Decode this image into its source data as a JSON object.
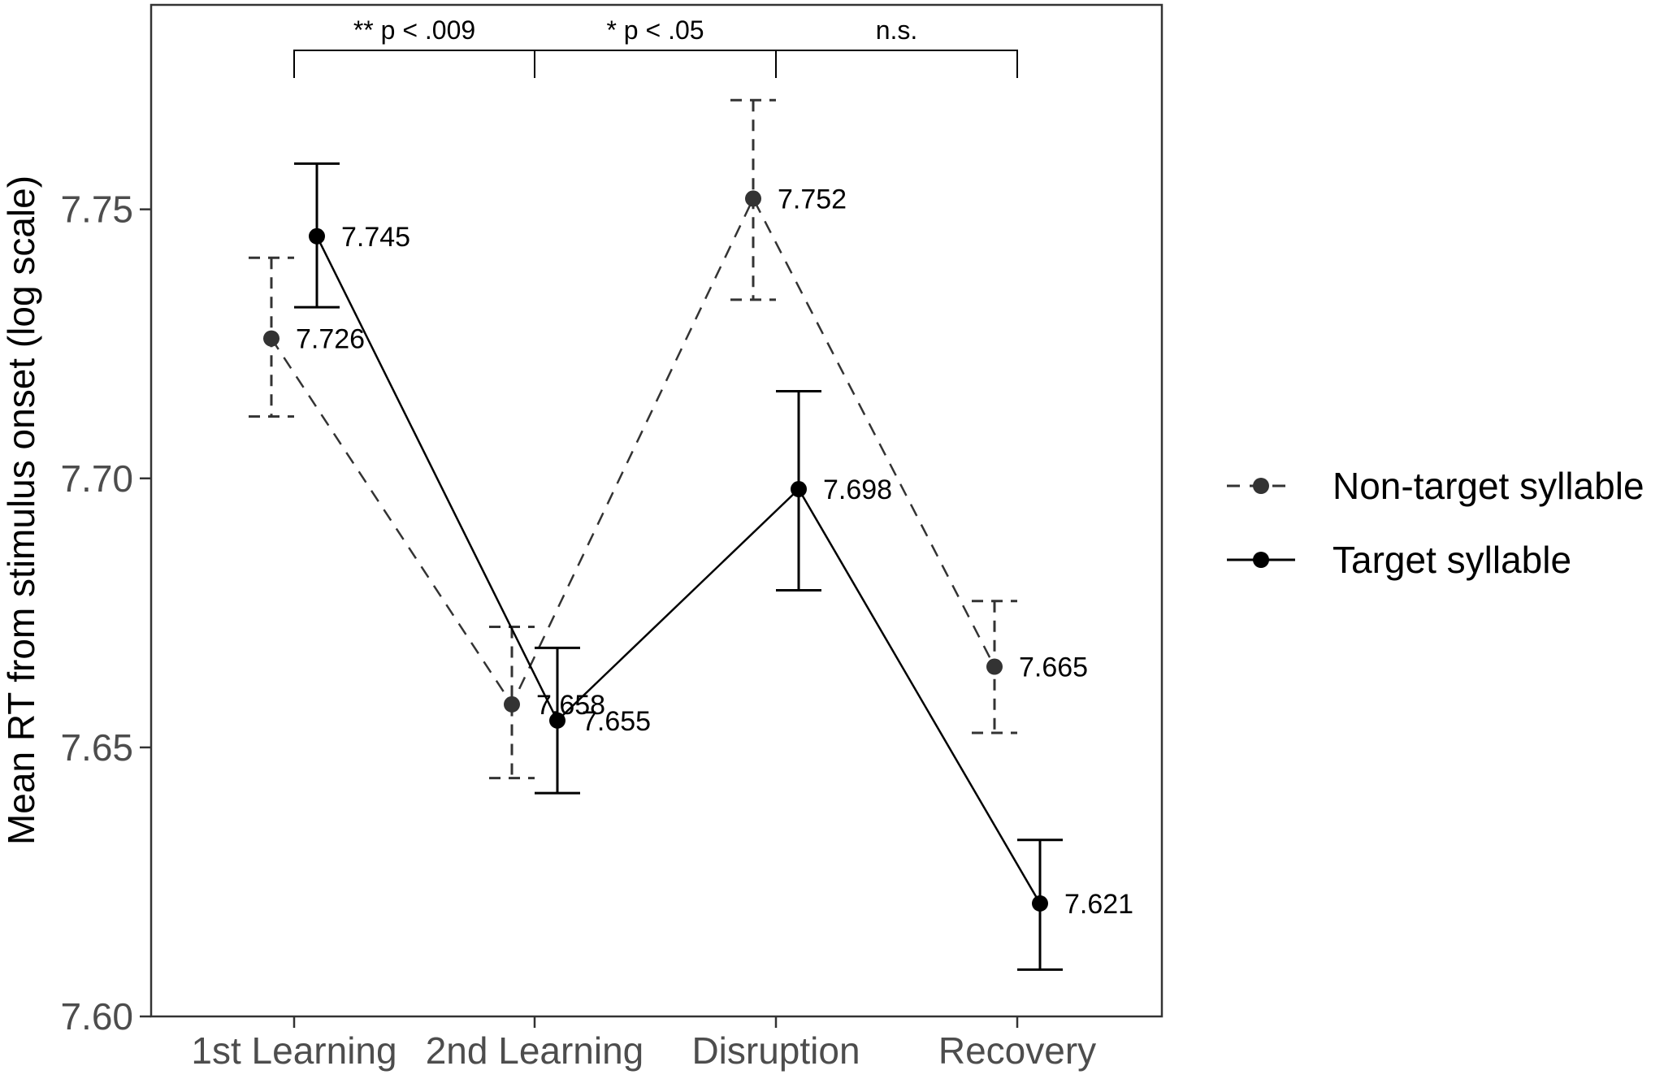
{
  "chart_data": {
    "type": "line",
    "title": "",
    "xlabel": "",
    "ylabel": "Mean RT from stimulus onset (log scale)",
    "categories": [
      "1st Learning",
      "2nd Learning",
      "Disruption",
      "Recovery"
    ],
    "ylim": [
      7.6,
      7.788
    ],
    "yticks": [
      "7.60",
      "7.65",
      "7.70",
      "7.75"
    ],
    "grid": false,
    "legend_position": "right",
    "series": [
      {
        "name": "Non-target syllable",
        "line_style": "dashed",
        "color": "#333333",
        "values": [
          7.726,
          7.658,
          7.752,
          7.665
        ],
        "error_lower": [
          7.7115,
          7.6443,
          7.7332,
          7.6527
        ],
        "error_upper": [
          7.741,
          7.6724,
          7.7703,
          7.6772
        ],
        "labels": [
          "7.726",
          "7.658",
          "7.752",
          "7.665"
        ]
      },
      {
        "name": "Target syllable",
        "line_style": "solid",
        "color": "#000000",
        "values": [
          7.745,
          7.655,
          7.698,
          7.621
        ],
        "error_lower": [
          7.7318,
          7.6415,
          7.6792,
          7.6087
        ],
        "error_upper": [
          7.7585,
          7.6685,
          7.7162,
          7.6328
        ],
        "labels": [
          "7.745",
          "7.655",
          "7.698",
          "7.621"
        ]
      }
    ],
    "annotations": [
      {
        "from": 0,
        "to": 1,
        "text": "** p < .009"
      },
      {
        "from": 1,
        "to": 2,
        "text": "* p < .05"
      },
      {
        "from": 2,
        "to": 3,
        "text": "n.s."
      }
    ]
  }
}
